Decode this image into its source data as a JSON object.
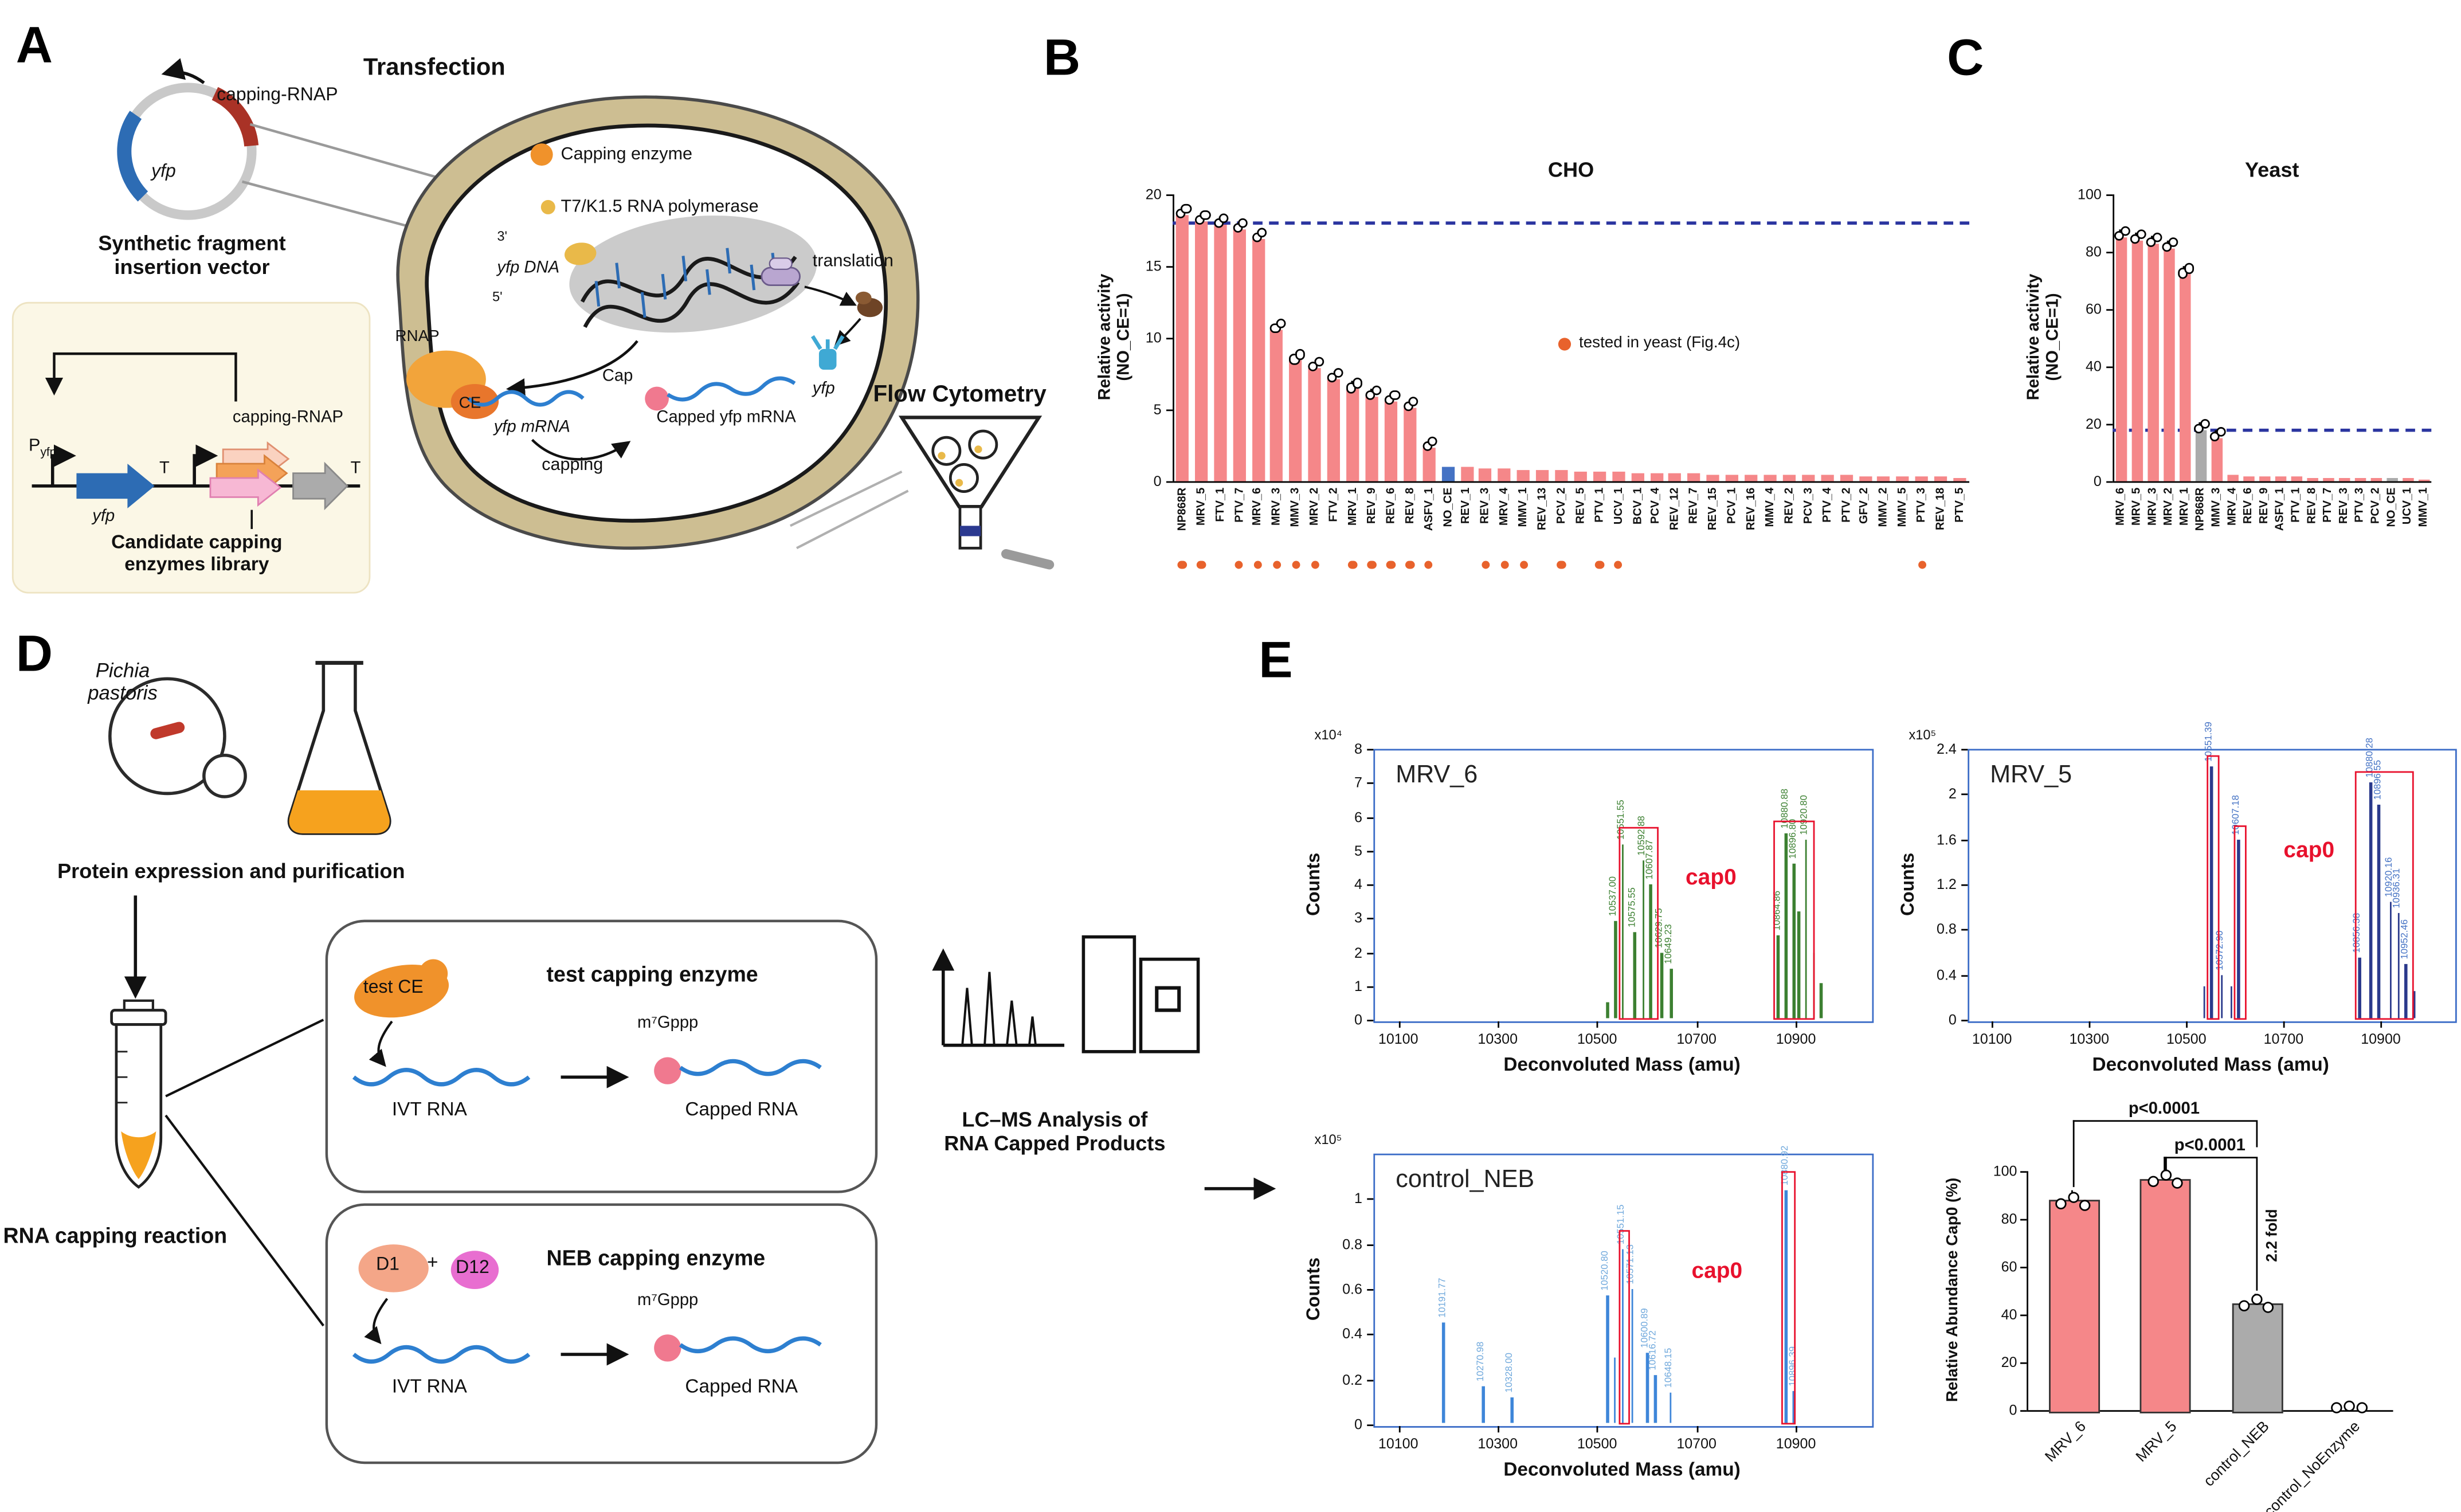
{
  "panels": {
    "A": "A",
    "B": "B",
    "C": "C",
    "D": "D",
    "E": "E"
  },
  "colors": {
    "bar_pink": "#F58789",
    "bar_gray": "#ABABAB",
    "bar_blue": "#4472C4",
    "dashed_blue": "#2B35A0",
    "orange_dot": "#E8622C",
    "frame_blue": "#3B6CC7",
    "red": "#E8112D"
  },
  "panelA": {
    "transfection": "Transfection",
    "plasmid_capping_rnap": "capping-RNAP",
    "plasmid_yfp": "yfp",
    "synthetic_line1": "Synthetic fragment",
    "synthetic_line2": "insertion vector",
    "capping_enzyme": "Capping enzyme",
    "polymerase": "T7/K1.5 RNA polymerase",
    "yfp_dna": "yfp DNA",
    "three_prime": "3'",
    "five_prime": "5'",
    "rnap": "RNAP",
    "ce": "CE",
    "yfp_mrna": "yfp mRNA",
    "capping": "capping",
    "cap": "Cap",
    "capped_mrna": "Capped yfp mRNA",
    "translation": "translation",
    "yfp": "yfp",
    "flow_cytometry": "Flow Cytometry",
    "promoter_main": "P",
    "promoter_sub": "yfp",
    "vector_yfp": "yfp",
    "terminator1": "T",
    "terminator2": "T",
    "vector_capping_rnap": "capping-RNAP",
    "library_line1": "Candidate capping",
    "library_line2": "enzymes library"
  },
  "panelB": {
    "title": "CHO",
    "ylabel_line1": "Relative activity",
    "ylabel_line2": "(NO_CE=1)",
    "legend": "tested in yeast (Fig.4c)",
    "chart_data": {
      "type": "bar",
      "ylim": [
        0,
        20
      ],
      "yticks": [
        0,
        5,
        10,
        15,
        20
      ],
      "dashed_line": 18,
      "bars": [
        {
          "n": "NP868R",
          "v": 18.6,
          "d": 1
        },
        {
          "n": "MRV_5",
          "v": 18.1,
          "d": 1
        },
        {
          "n": "FTV_1",
          "v": 17.9
        },
        {
          "n": "PTV_7",
          "v": 17.6,
          "d": 1
        },
        {
          "n": "MRV_6",
          "v": 16.9,
          "d": 1
        },
        {
          "n": "MRV_3",
          "v": 10.6,
          "d": 1
        },
        {
          "n": "MMV_3",
          "v": 8.4,
          "d": 1
        },
        {
          "n": "MRV_2",
          "v": 7.9,
          "d": 1
        },
        {
          "n": "FTV_2",
          "v": 7.1
        },
        {
          "n": "MRV_1",
          "v": 6.4,
          "d": 1
        },
        {
          "n": "REV_9",
          "v": 5.9,
          "d": 1
        },
        {
          "n": "REV_6",
          "v": 5.6,
          "d": 1
        },
        {
          "n": "REV_8",
          "v": 5.1,
          "d": 1
        },
        {
          "n": "ASFV_1",
          "v": 2.3,
          "d": 1
        },
        {
          "n": "NO_CE",
          "v": 1.0,
          "c": "blue"
        },
        {
          "n": "REV_1",
          "v": 0.95
        },
        {
          "n": "REV_3",
          "v": 0.9,
          "d": 1
        },
        {
          "n": "MRV_4",
          "v": 0.85,
          "d": 1
        },
        {
          "n": "MMV_1",
          "v": 0.8,
          "d": 1
        },
        {
          "n": "REV_13",
          "v": 0.8
        },
        {
          "n": "PCV_2",
          "v": 0.75,
          "d": 1
        },
        {
          "n": "REV_5",
          "v": 0.7
        },
        {
          "n": "PTV_1",
          "v": 0.7,
          "d": 1
        },
        {
          "n": "UCV_1",
          "v": 0.65,
          "d": 1
        },
        {
          "n": "BCV_1",
          "v": 0.6
        },
        {
          "n": "PCV_4",
          "v": 0.6
        },
        {
          "n": "REV_12",
          "v": 0.55
        },
        {
          "n": "REV_7",
          "v": 0.55
        },
        {
          "n": "REV_15",
          "v": 0.5
        },
        {
          "n": "PCV_1",
          "v": 0.5
        },
        {
          "n": "REV_16",
          "v": 0.5
        },
        {
          "n": "MMV_4",
          "v": 0.45
        },
        {
          "n": "REV_2",
          "v": 0.45
        },
        {
          "n": "PCV_3",
          "v": 0.4
        },
        {
          "n": "PTV_4",
          "v": 0.4
        },
        {
          "n": "PTV_2",
          "v": 0.4
        },
        {
          "n": "GFV_2",
          "v": 0.35
        },
        {
          "n": "MMV_2",
          "v": 0.35
        },
        {
          "n": "MMV_5",
          "v": 0.3
        },
        {
          "n": "PTV_3",
          "v": 0.3,
          "d": 1
        },
        {
          "n": "REV_18",
          "v": 0.3
        },
        {
          "n": "PTV_5",
          "v": 0.25
        }
      ]
    }
  },
  "panelC": {
    "title": "Yeast",
    "ylabel_line1": "Relative activity",
    "ylabel_line2": "(NO_CE=1)",
    "chart_data": {
      "type": "bar",
      "ylim": [
        0,
        100
      ],
      "yticks": [
        0,
        20,
        40,
        60,
        80,
        100
      ],
      "dashed_line": 18,
      "bars": [
        {
          "n": "MRV_6",
          "v": 85
        },
        {
          "n": "MRV_5",
          "v": 84
        },
        {
          "n": "MRV_3",
          "v": 83
        },
        {
          "n": "MRV_2",
          "v": 81
        },
        {
          "n": "MRV_1",
          "v": 72
        },
        {
          "n": "NP868R",
          "v": 18,
          "c": "gray"
        },
        {
          "n": "MMV_3",
          "v": 15
        },
        {
          "n": "MRV_4",
          "v": 2.2
        },
        {
          "n": "REV_6",
          "v": 1.8
        },
        {
          "n": "REV_9",
          "v": 1.6
        },
        {
          "n": "ASFV_1",
          "v": 1.5
        },
        {
          "n": "PTV_1",
          "v": 1.4
        },
        {
          "n": "REV_8",
          "v": 1.3
        },
        {
          "n": "PTV_7",
          "v": 1.2
        },
        {
          "n": "REV_3",
          "v": 1.2
        },
        {
          "n": "PTV_3",
          "v": 1.1
        },
        {
          "n": "PCV_2",
          "v": 1.0
        },
        {
          "n": "NO_CE",
          "v": 1.0,
          "c": "gray"
        },
        {
          "n": "UCV_1",
          "v": 0.9
        },
        {
          "n": "MMV_1",
          "v": 0.8
        }
      ]
    }
  },
  "panelD": {
    "pichia_line1": "Pichia",
    "pichia_line2": "pastoris",
    "protein": "Protein expression and purification",
    "rna_capping": "RNA capping reaction",
    "test_ce": "test CE",
    "test_title": "test capping enzyme",
    "ivt_rna_1": "IVT RNA",
    "m7gppp_1": "m⁷Gppp",
    "capped_rna_1": "Capped RNA",
    "d1": "D1",
    "plus": "+",
    "d12": "D12",
    "neb_title": "NEB capping enzyme",
    "ivt_rna_2": "IVT RNA",
    "m7gppp_2": "m⁷Gppp",
    "capped_rna_2": "Capped RNA",
    "lcms_line1": "LC–MS Analysis of",
    "lcms_line2": "RNA Capped Products"
  },
  "panelE": {
    "xlabel": "Deconvoluted Mass (amu)",
    "ylabel_counts": "Counts",
    "cap0_label": "cap0",
    "chart_data": [
      {
        "type": "ms",
        "title": "MRV_6",
        "yexp": "x10⁴",
        "ylim": [
          0,
          8
        ],
        "yticks": [
          "0",
          "1",
          "2",
          "3",
          "4",
          "5",
          "6",
          "7",
          "8"
        ],
        "xdomain": [
          10050,
          11050
        ],
        "xticks": [
          "10100",
          "10300",
          "10500",
          "10700",
          "10900"
        ],
        "peak_color": "#3C8031",
        "label_color": "#3C8031",
        "peaks": [
          {
            "m": "10537.00",
            "v": 2.9
          },
          {
            "m": "10551.55",
            "v": 5.2
          },
          {
            "m": "10575.55",
            "v": 2.6
          },
          {
            "m": "10592.88",
            "v": 4.7
          },
          {
            "m": "10607.87",
            "v": 4.0
          },
          {
            "m": "10629.75",
            "v": 2.0
          },
          {
            "m": "10649.23",
            "v": 1.5
          },
          {
            "m": "10864.86",
            "v": 2.5
          },
          {
            "m": "10880.88",
            "v": 5.5
          },
          {
            "m": "10896.80",
            "v": 4.6
          },
          {
            "m": "10920.80",
            "v": 5.3
          },
          {
            "m": "10906",
            "v": 3.2,
            "nl": 1
          },
          {
            "m": "10936",
            "v": 2.0,
            "nl": 1
          },
          {
            "m": "10951",
            "v": 1.1,
            "nl": 1
          },
          {
            "m": "10521",
            "v": 0.5,
            "nl": 1
          }
        ],
        "boxes": [
          {
            "x1": 10542,
            "x2": 10618,
            "y": 5.7
          },
          {
            "x1": 10856,
            "x2": 10930,
            "y": 5.9
          }
        ],
        "cap0_pos": [
          10678,
          4.6
        ]
      },
      {
        "type": "ms",
        "title": "MRV_5",
        "yexp": "x10⁵",
        "ylim": [
          0,
          2.4
        ],
        "yticks": [
          "0",
          "0.4",
          "0.8",
          "1.2",
          "1.6",
          "2",
          "2.4"
        ],
        "xdomain": [
          10050,
          11050
        ],
        "xticks": [
          "10100",
          "10300",
          "10500",
          "10700",
          "10900"
        ],
        "peak_color": "#2B3A8C",
        "label_color": "#4472C4",
        "peaks": [
          {
            "m": "10551.39",
            "v": 2.25
          },
          {
            "m": "10572.90",
            "v": 0.4
          },
          {
            "m": "10607.18",
            "v": 1.6
          },
          {
            "m": "10856.38",
            "v": 0.55
          },
          {
            "m": "10880.28",
            "v": 2.1
          },
          {
            "m": "10896.55",
            "v": 1.9
          },
          {
            "m": "10920.16",
            "v": 1.05
          },
          {
            "m": "10936.31",
            "v": 0.95
          },
          {
            "m": "10952.46",
            "v": 0.5
          },
          {
            "m": "10537",
            "v": 0.3,
            "nl": 1
          },
          {
            "m": "10592",
            "v": 0.3,
            "nl": 1
          },
          {
            "m": "10968",
            "v": 0.25,
            "nl": 1
          }
        ],
        "boxes": [
          {
            "x1": 10543,
            "x2": 10562,
            "y": 2.35
          },
          {
            "x1": 10597,
            "x2": 10618,
            "y": 1.72
          },
          {
            "x1": 10846,
            "x2": 10962,
            "y": 2.2
          }
        ],
        "cap0_pos": [
          10700,
          1.62
        ]
      },
      {
        "type": "ms",
        "title": "control_NEB",
        "yexp": "x10⁵",
        "ylim": [
          0,
          1.2
        ],
        "yticks": [
          "0",
          "0.2",
          "0.4",
          "0.6",
          "0.8",
          "1"
        ],
        "xdomain": [
          10050,
          11050
        ],
        "xticks": [
          "10100",
          "10300",
          "10500",
          "10700",
          "10900"
        ],
        "peak_color": "#3E86D9",
        "label_color": "#6FA8DC",
        "peaks": [
          {
            "m": "10191.77",
            "v": 0.45
          },
          {
            "m": "10270.98",
            "v": 0.17
          },
          {
            "m": "10328.00",
            "v": 0.12
          },
          {
            "m": "10520.80",
            "v": 0.57
          },
          {
            "m": "10551.15",
            "v": 0.78
          },
          {
            "m": "10571.13",
            "v": 0.6
          },
          {
            "m": "10600.89",
            "v": 0.32
          },
          {
            "m": "10616.72",
            "v": 0.22
          },
          {
            "m": "10648.15",
            "v": 0.14
          },
          {
            "m": "10880.92",
            "v": 1.04
          },
          {
            "m": "10896.39",
            "v": 0.15
          },
          {
            "m": "10536",
            "v": 0.3,
            "nl": 1
          }
        ],
        "boxes": [
          {
            "x1": 10543,
            "x2": 10561,
            "y": 0.86
          },
          {
            "x1": 10870,
            "x2": 10893,
            "y": 1.12
          }
        ],
        "cap0_pos": [
          10690,
          0.74
        ]
      },
      {
        "type": "bar",
        "ylabel": "Relative Abundance Cap0 (%)",
        "ylim": [
          0,
          100
        ],
        "yticks": [
          0,
          20,
          40,
          60,
          80,
          100
        ],
        "categories": [
          "MRV_6",
          "MRV_5",
          "control_NEB",
          "control_NoEnzyme"
        ],
        "values": [
          88,
          97,
          45,
          1
        ],
        "bar_colors": [
          "pink",
          "pink",
          "gray",
          "none"
        ],
        "annotations": {
          "p_top": "p<0.0001",
          "p_mid": "p<0.0001",
          "fold": "2.2 fold"
        }
      }
    ]
  }
}
